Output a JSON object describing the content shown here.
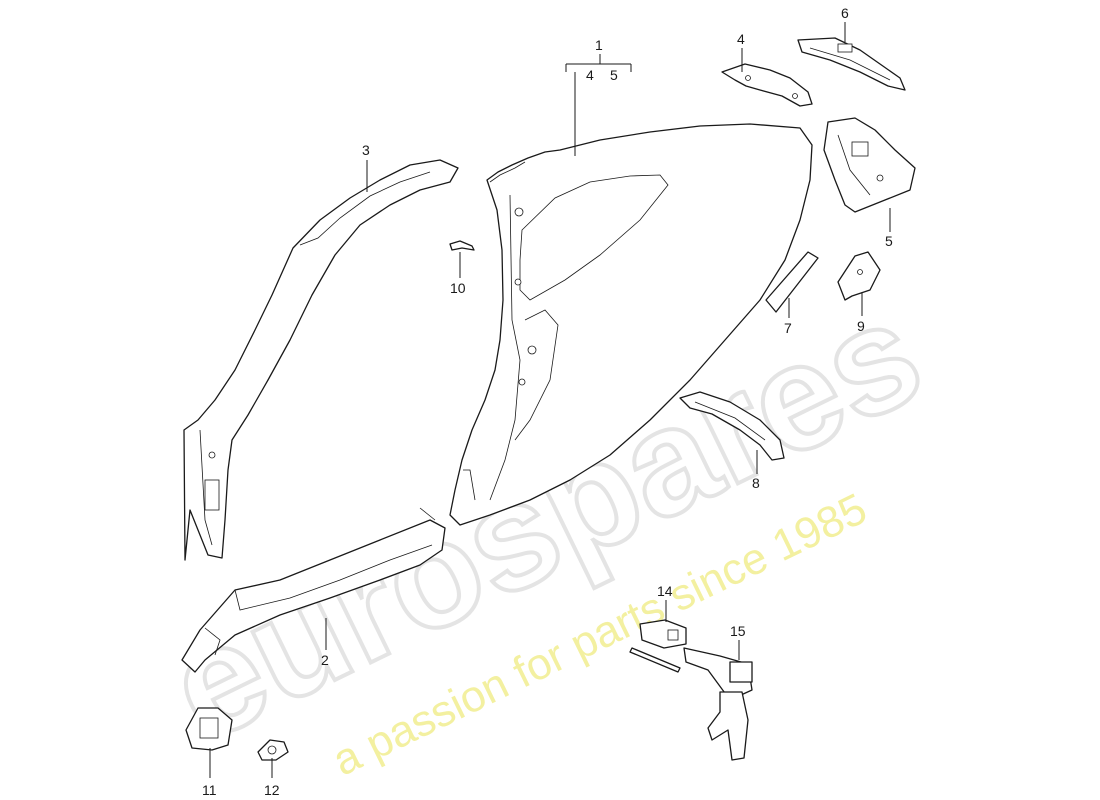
{
  "watermark": {
    "brand": "eurospares",
    "tagline": "a passion for parts since 1985",
    "brand_color": "#e4e4e4",
    "tagline_color": "#f3f0a0"
  },
  "callouts": {
    "c1": "1",
    "c1_sub_a": "4",
    "c1_sub_b": "5",
    "c2": "2",
    "c3": "3",
    "c4": "4",
    "c5": "5",
    "c6": "6",
    "c7": "7",
    "c8": "8",
    "c9": "9",
    "c10": "10",
    "c11": "11",
    "c12": "12",
    "c14": "14",
    "c15": "15"
  }
}
